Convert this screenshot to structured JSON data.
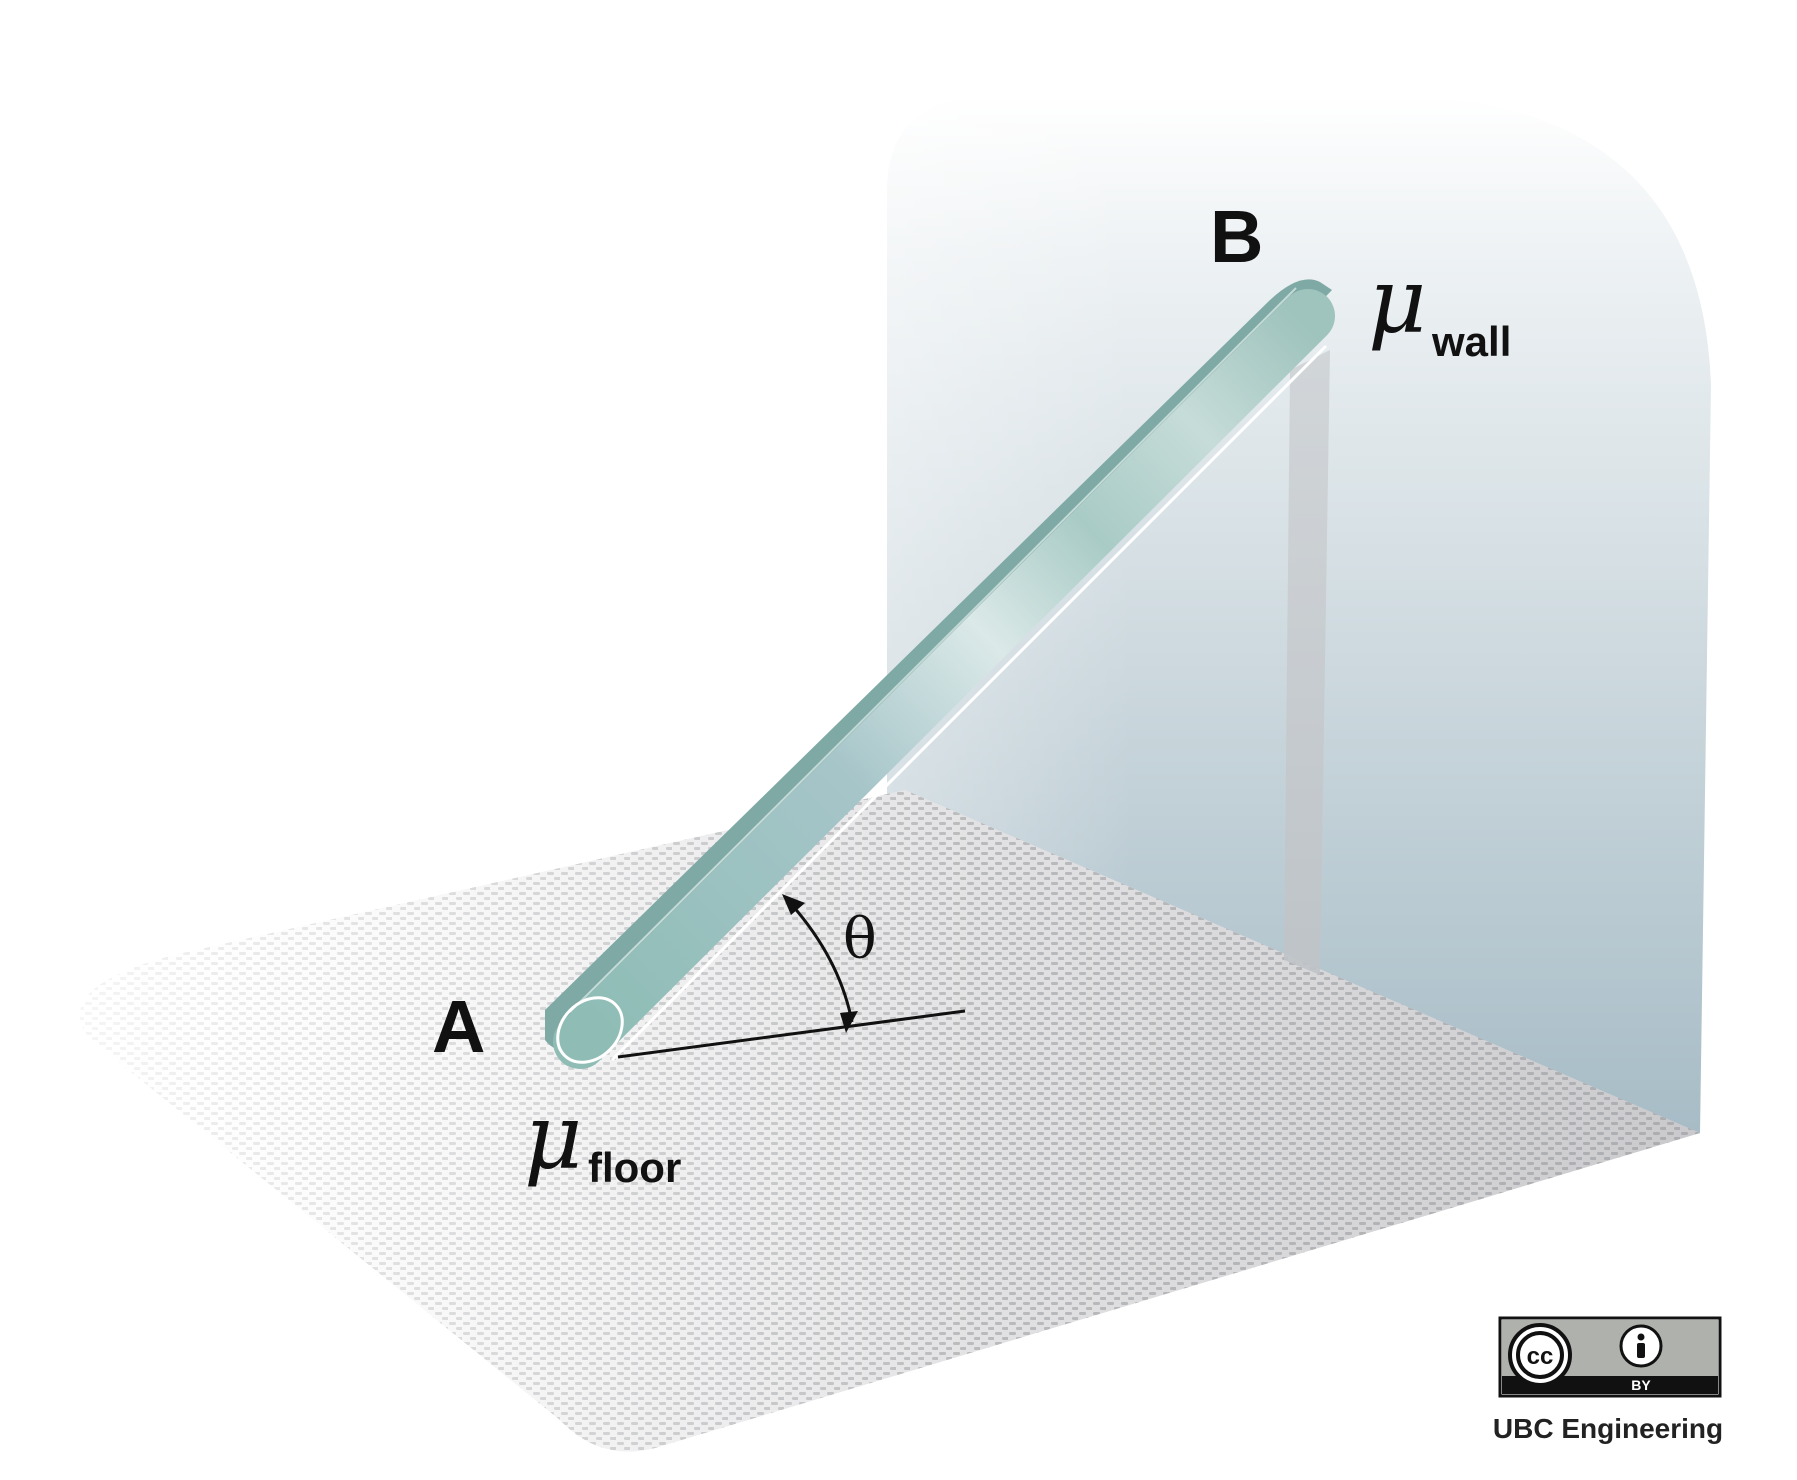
{
  "labels": {
    "point_a": "A",
    "point_b": "B",
    "angle": "θ",
    "mu_symbol": "μ",
    "mu_wall_subscript": "wall",
    "mu_floor_subscript": "floor"
  },
  "license": {
    "cc_text": "cc",
    "by_text": "BY"
  },
  "credit": {
    "text": "UBC Engineering"
  },
  "colors": {
    "wall_top": "#f4f7f8",
    "wall_bottom": "#a9bec7",
    "floor_dots": "#b9b9bb",
    "rod": "#9dc4c0",
    "outline": "#111111"
  },
  "icons": {
    "license_badge": "cc-by-badge",
    "attribution": "person-icon"
  }
}
